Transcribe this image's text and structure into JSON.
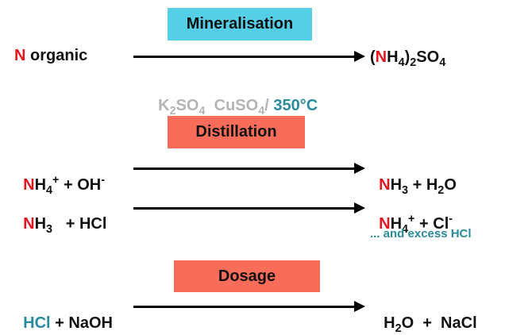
{
  "colors": {
    "cyan_banner": "#55cfe6",
    "salmon_banner": "#f86c5a",
    "red": "#e8141e",
    "teal": "#2a8b9b",
    "grey": "#b4b4b4"
  },
  "mineralisation": {
    "title": "Mineralisation",
    "reactant_n": "N",
    "reactant_rest": " organic",
    "product": {
      "open": "(",
      "n": "N",
      "h": "H",
      "h_sub": "4",
      "close": ")",
      "close_sub": "2",
      "so": "SO",
      "so_sub": "4"
    },
    "conditions": {
      "k": "K",
      "k_sub": "2",
      "kso": "SO",
      "kso_sub": "4",
      "cuso": "  CuSO",
      "cuso_sub": "4",
      "slash": "/ ",
      "temp": "350°C"
    }
  },
  "distillation": {
    "title": "Distillation",
    "reaction1": {
      "r_n": "N",
      "r_h": "H",
      "r_h_sub": "4",
      "r_charge": "+",
      "r_plus": " + OH",
      "r_oh_charge": "-",
      "p_n": "N",
      "p_h": "H",
      "p_h_sub": "3",
      "p_plus": " + H",
      "p_h2_sub": "2",
      "p_o": "O"
    },
    "reaction2": {
      "r_n": "N",
      "r_h": "H",
      "r_h_sub": "3",
      "r_plus": "   + HCl",
      "p_n": "N",
      "p_h": "H",
      "p_h_sub": "4",
      "p_charge": "+",
      "p_plus": " + Cl",
      "p_cl_charge": "-"
    },
    "note": "... and excess HCl"
  },
  "dosage": {
    "title": "Dosage",
    "r_hcl": "HCl",
    "r_rest": " + NaOH",
    "p_h": "H",
    "p_h_sub": "2",
    "p_rest": "O  +  NaCl"
  }
}
